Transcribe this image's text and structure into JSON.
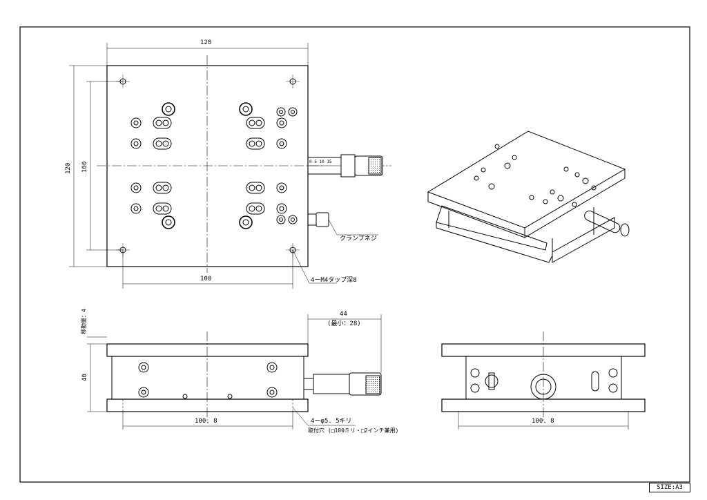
{
  "drawing": {
    "dims": {
      "top_width": "120",
      "top_height": "120",
      "hole_pitch_vertical": "100",
      "hole_pitch_horizontal": "100",
      "travel": "移動量：4",
      "height": "40",
      "overall": "44",
      "minimum": "(最小：28)",
      "base_front": "100. 8",
      "base_side": "100. 8"
    },
    "callouts": {
      "clamp_screw": "クランプネジ",
      "tap_holes": "4ーM4タップ深8",
      "mount_holes": "4ーφ5. 5キリ",
      "mount_note": "取付穴 (□100ミリ・□2インチ兼用)"
    },
    "micrometer_scale": "0  5  10  15",
    "size_label": "SIZE:A3"
  }
}
